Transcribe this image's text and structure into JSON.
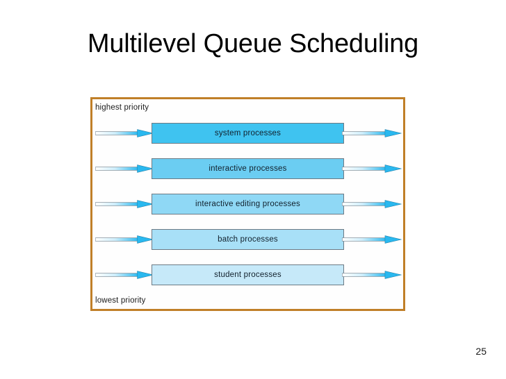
{
  "slide": {
    "title": "Multilevel Queue Scheduling",
    "page_number": "25"
  },
  "figure": {
    "top_caption": "highest priority",
    "bottom_caption": "lowest priority",
    "border_color": "#c07f28",
    "queues": [
      {
        "label": "system processes",
        "fill": "#3fc3f0",
        "border": "#6c7a84",
        "arrow_color": "#29b8ef",
        "priority": 1
      },
      {
        "label": "interactive processes",
        "fill": "#6bcdf2",
        "border": "#6c7a84",
        "arrow_color": "#29b8ef",
        "priority": 2
      },
      {
        "label": "interactive editing processes",
        "fill": "#8fd8f5",
        "border": "#6c7a84",
        "arrow_color": "#29b8ef",
        "priority": 3
      },
      {
        "label": "batch processes",
        "fill": "#a8e0f7",
        "border": "#6c7a84",
        "arrow_color": "#29b8ef",
        "priority": 4
      },
      {
        "label": "student processes",
        "fill": "#c6e9f9",
        "border": "#6c7a84",
        "arrow_color": "#29b8ef",
        "priority": 5
      }
    ]
  }
}
